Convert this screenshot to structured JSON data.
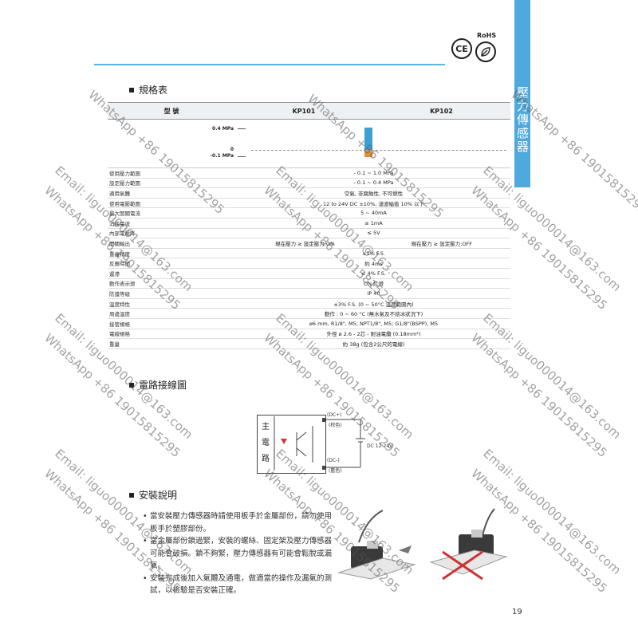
{
  "side_tab": "壓力傳感器",
  "certs": {
    "ce": "CE",
    "rohs_label": "RoHS",
    "rohs_icon": "leaf-icon"
  },
  "spec": {
    "title": "規格表",
    "head": {
      "label": "型 號",
      "a": "KP101",
      "b": "KP102"
    },
    "range_labels": [
      "0.4 MPa",
      "0",
      "-0.1 MPa"
    ],
    "rows": [
      {
        "label": "使用壓力範圍",
        "value": "- 0.1 ~ 1.0 MPa"
      },
      {
        "label": "設定壓力範圍",
        "value": "- 0.1 ~ 0.4 MPa"
      },
      {
        "label": "適用氣體",
        "value": "空氣, 非腐蝕性, 不可燃性"
      },
      {
        "label": "使用電壓範圍",
        "value": "12 to 24V DC ±10%, 漣波幅值 10% 以下"
      },
      {
        "label": "最大開關電流",
        "value": "5 ~ 40mA"
      },
      {
        "label": "消耗電流",
        "value": "≤ 1mA"
      },
      {
        "label": "內部電壓降",
        "value": "≤ 5V"
      },
      {
        "label": "開關輸出",
        "a": "現在壓力 ≥ 設定壓力:ON",
        "b": "現在壓力 ≥ 設定壓力:OFF"
      },
      {
        "label": "重複精度",
        "value": "±1% F.S."
      },
      {
        "label": "反應時間",
        "value": "約 4ms"
      },
      {
        "label": "遲滯",
        "value": "≤ 4% F.S."
      },
      {
        "label": "動作表示燈",
        "value": "ON 紅燈"
      },
      {
        "label": "防護等級",
        "value": "IP 40"
      },
      {
        "label": "溫度特性",
        "value": "±3% F.S. (0 ~ 50°C 溫度範圍內)"
      },
      {
        "label": "周邊溫度",
        "value": "動作 : 0 ~ 60 °C (無水氣及不結冰狀況下)"
      },
      {
        "label": "接管規格",
        "value": "ø6 mm, R1/8\", M5; NPT1/8\", M5; G1/8\"(BSPP), M5"
      },
      {
        "label": "電線規格",
        "value": "外徑 ø 2.6 - 2芯 - 耐油電纜 (0.18mm²)"
      },
      {
        "label": "重量",
        "value": "約 38g (包含2公尺的電線)"
      }
    ]
  },
  "wiring": {
    "title": "電路接線圖",
    "main_label": "主電路",
    "dc_plus": "(DC+)",
    "brown": "(棕色)",
    "dc_minus": "(DC-)",
    "blue": "(藍色)",
    "supply": "DC 12-24V"
  },
  "install": {
    "title": "安裝說明",
    "items": [
      "當安裝壓力傳感器時請使用板手於金屬部份，請勿使用板手於塑膠部份。",
      "當金屬部份鎖過緊，安裝的螺絲、固定架及壓力傳感器可能會破損。鎖不夠緊，壓力傳感器有可能會鬆脫或漏氣。",
      "安裝完成後加入氣體及通電，做適當的操作及漏氣的測試，以檢驗是否安裝正確。"
    ]
  },
  "page_number": "19",
  "watermark": {
    "email": "Email: liguo000014@163.com",
    "whatsapp": "WhatsApp +86 19015815295"
  }
}
